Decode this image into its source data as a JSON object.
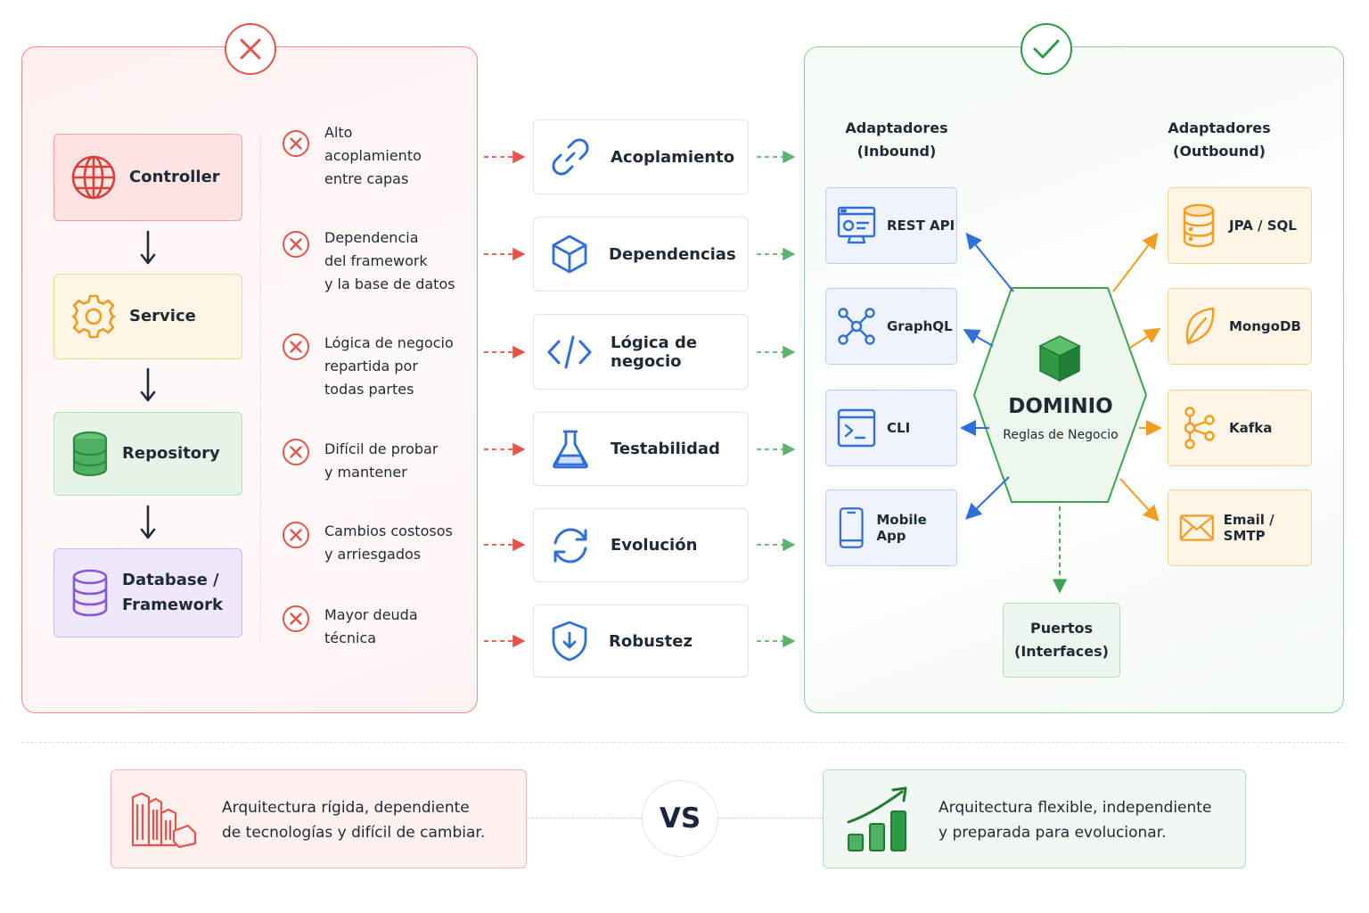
{
  "layers": {
    "controller": "Controller",
    "service": "Service",
    "repository": "Repository",
    "database": "Database /\nFramework"
  },
  "problems": [
    "Alto\nacoplamiento\nentre capas",
    "Dependencia\ndel framework\ny la base de datos",
    "Lógica de negocio\nrepartida por\ntodas partes",
    "Difícil de probar\ny mantener",
    "Cambios costosos\ny arriesgados",
    "Mayor deuda\ntécnica"
  ],
  "aspects": [
    "Acoplamiento",
    "Dependencias",
    "Lógica de negocio",
    "Testabilidad",
    "Evolución",
    "Robustez"
  ],
  "hexagonal": {
    "inbound_header": "Adaptadores\n(Inbound)",
    "outbound_header": "Adaptadores\n(Outbound)",
    "inbound": [
      "REST API",
      "GraphQL",
      "CLI",
      "Mobile App"
    ],
    "outbound": [
      "JPA / SQL",
      "MongoDB",
      "Kafka",
      "Email / SMTP"
    ],
    "domain_title": "DOMINIO",
    "domain_subtitle": "Reglas de Negocio",
    "ports": "Puertos\n(Interfaces)"
  },
  "summary": {
    "bad": "Arquitectura rígida, dependiente\nde tecnologías y difícil de cambiar.",
    "vs": "VS",
    "good": "Arquitectura flexible, independiente\ny preparada para evolucionar."
  },
  "colors": {
    "bad": "#e5534b",
    "good": "#2e9a44",
    "inbound": "#2f6fd6",
    "outbound": "#f39c1f"
  }
}
